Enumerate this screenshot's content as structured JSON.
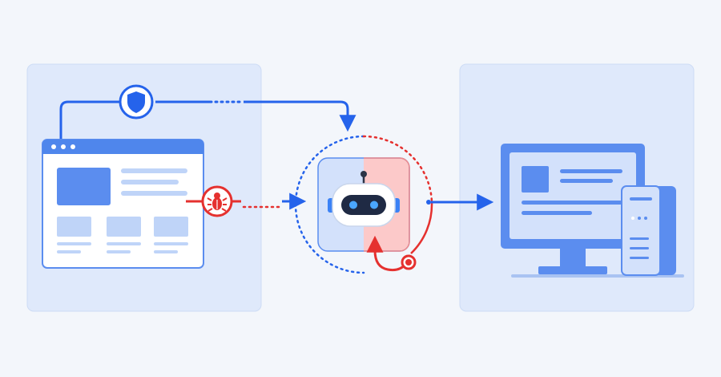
{
  "diagram": {
    "colors": {
      "background": "#f3f6fb",
      "panel": "#dfe9fb",
      "panel_border": "#c9daf6",
      "blue": "#2563eb",
      "blue_fill": "#5b8def",
      "light_blue": "#bfd4f8",
      "red": "#e5312f",
      "red_fill": "#fcc9c9",
      "white": "#ffffff"
    },
    "nodes": [
      {
        "id": "source",
        "icon": "web-page-icon"
      },
      {
        "id": "shield",
        "icon": "shield-icon"
      },
      {
        "id": "bug",
        "icon": "bug-icon"
      },
      {
        "id": "agent",
        "icon": "robot-icon"
      },
      {
        "id": "target",
        "icon": "desktop-computer-icon"
      }
    ],
    "edges": [
      {
        "from": "source",
        "to": "agent",
        "via": "shield",
        "kind": "safe",
        "color": "#2563eb"
      },
      {
        "from": "source",
        "to": "agent",
        "via": "bug",
        "kind": "injected",
        "color": "#e5312f"
      },
      {
        "from": "agent",
        "to": "target",
        "kind": "output",
        "color": "#2563eb"
      },
      {
        "from": "agent",
        "to": "agent",
        "kind": "feedback-loop",
        "color": "#e5312f"
      }
    ]
  }
}
